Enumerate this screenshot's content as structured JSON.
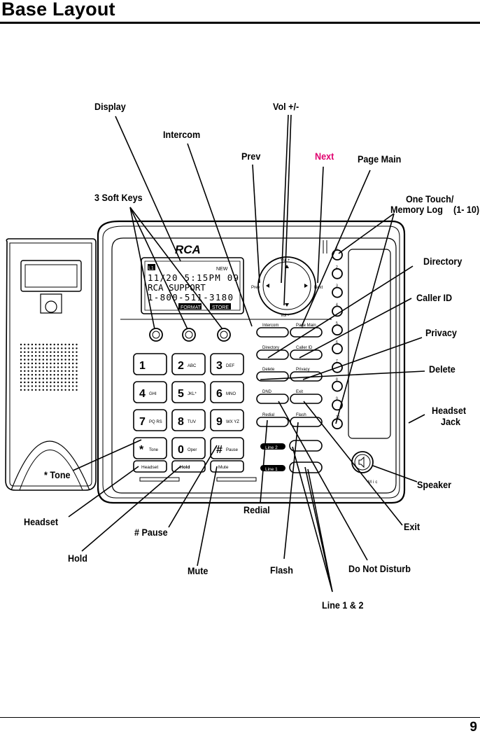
{
  "header": {
    "title": "Base Layout"
  },
  "footer": {
    "page_number": "9"
  },
  "callouts": {
    "display": "Display",
    "vol": "Vol +/-",
    "intercom": "Intercom",
    "prev": "Prev",
    "next": "Next",
    "page_main": "Page Main",
    "soft_keys": "3 Soft Keys",
    "one_touch_1": "One Touch/",
    "one_touch_2": "Memory Log",
    "one_touch_range": "(1- 10)",
    "directory": "Directory",
    "caller_id": "Caller ID",
    "privacy": "Privacy",
    "delete": "Delete",
    "headset_jack_1": "Headset",
    "headset_jack_2": "Jack",
    "speaker": "Speaker",
    "exit": "Exit",
    "do_not_disturb": "Do Not Disturb",
    "line12": "Line 1 & 2",
    "flash": "Flash",
    "mute": "Mute",
    "redial": "Redial",
    "pause": "# Pause",
    "hold": "Hold",
    "headset": "Headset",
    "tone": "* Tone"
  },
  "colors": {
    "next_label": "#e0006e",
    "ink": "#000000"
  },
  "phone": {
    "brand": "RCA",
    "screen": {
      "line_indicator": "L1",
      "new_label": "NEW",
      "row1": "11/20  5:15PM 09",
      "row2": "RCA SUPPORT",
      "row3": "1-800-511-3180",
      "soft1": "FORMAT",
      "soft2": "STORE"
    },
    "nav": {
      "vol_up": "Vol +",
      "vol_down": "Vol -",
      "prev": "Prev",
      "next": "Next"
    },
    "func_keys": [
      "Intercom",
      "Page Main",
      "Directory",
      "Caller ID",
      "Delete",
      "Privacy",
      "DND",
      "Exit",
      "Redial",
      "Flash"
    ],
    "line_labels": [
      "Line 2",
      "Line 1"
    ],
    "bottom_keys": [
      "Headset",
      "Hold",
      "Mute"
    ],
    "keypad": [
      {
        "digit": "1",
        "letters": ""
      },
      {
        "digit": "2",
        "letters": "ABC"
      },
      {
        "digit": "3",
        "letters": "DEF"
      },
      {
        "digit": "4",
        "letters": "GHI"
      },
      {
        "digit": "5",
        "letters": "JKL*"
      },
      {
        "digit": "6",
        "letters": "MNO"
      },
      {
        "digit": "7",
        "letters": "PQ RS"
      },
      {
        "digit": "8",
        "letters": "TUV"
      },
      {
        "digit": "9",
        "letters": "WX YZ"
      },
      {
        "digit": "*",
        "letters": "Tone"
      },
      {
        "digit": "0",
        "letters": "Oper"
      },
      {
        "digit": "#",
        "letters": "Pause"
      }
    ],
    "memory_numbers": [
      "1",
      "2",
      "3",
      "4",
      "5",
      "6",
      "7",
      "8",
      "9",
      "10"
    ],
    "mic_label": "Mic"
  }
}
